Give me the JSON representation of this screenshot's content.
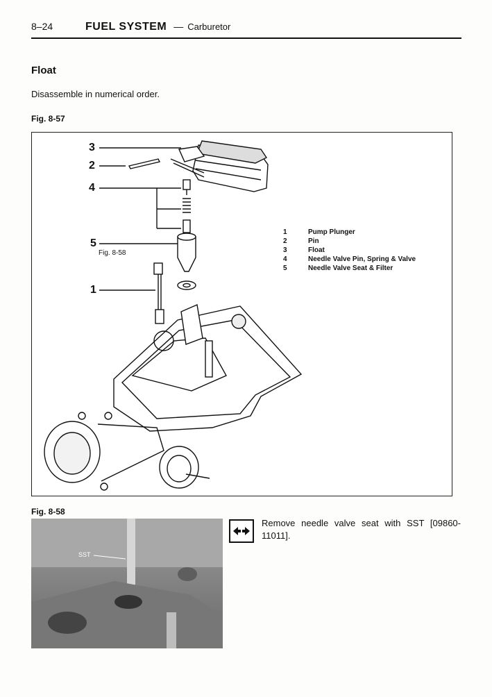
{
  "header": {
    "page_number": "8–24",
    "chapter": "FUEL SYSTEM",
    "dash": "—",
    "section": "Carburetor"
  },
  "title": "Float",
  "intro": "Disassemble in numerical order.",
  "figure1": {
    "label": "Fig. 8-57",
    "callouts": [
      "3",
      "2",
      "4",
      "5",
      "1"
    ],
    "reference": "Fig. 8-58",
    "legend": [
      {
        "num": "1",
        "text": "Pump Plunger"
      },
      {
        "num": "2",
        "text": "Pin"
      },
      {
        "num": "3",
        "text": "Float"
      },
      {
        "num": "4",
        "text": "Needle Valve Pin, Spring & Valve"
      },
      {
        "num": "5",
        "text": "Needle Valve Seat & Filter"
      }
    ]
  },
  "figure2": {
    "label": "Fig. 8-58",
    "photo_label": "SST",
    "icon": "remove-arrows-icon",
    "instruction": "Remove needle valve seat with SST [09860-11011]."
  }
}
